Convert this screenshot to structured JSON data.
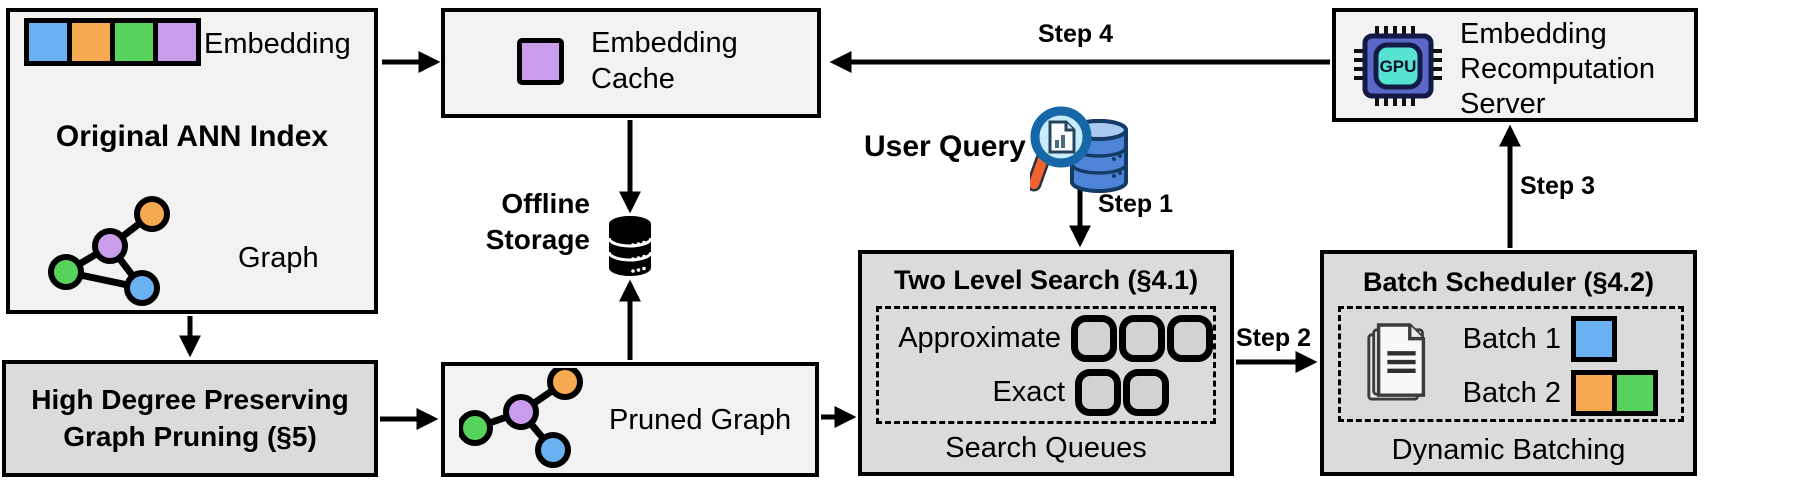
{
  "colors": {
    "blue": "#6AB1F1",
    "orange": "#F6A950",
    "green": "#57D25B",
    "purple": "#C99CEC",
    "box_light": "#F2F2F2",
    "box_dark": "#DBDBDB"
  },
  "ann_index": {
    "title": "Original ANN Index",
    "embedding_label": "Embedding",
    "graph_label": "Graph"
  },
  "pruning": {
    "title": "High Degree Preserving Graph Pruning (§5)"
  },
  "embedding_cache": {
    "label": "Embedding Cache"
  },
  "offline_storage": {
    "label": "Offline Storage"
  },
  "pruned_graph": {
    "label": "Pruned Graph"
  },
  "user_query": {
    "label": "User Query"
  },
  "two_level_search": {
    "title": "Two Level Search (§4.1)",
    "approximate_label": "Approximate",
    "exact_label": "Exact",
    "caption": "Search Queues"
  },
  "batch_scheduler": {
    "title": "Batch Scheduler (§4.2)",
    "batch1_label": "Batch 1",
    "batch2_label": "Batch 2",
    "caption": "Dynamic Batching"
  },
  "recomputation_server": {
    "label": "Embedding Recomputation Server",
    "gpu_text": "GPU"
  },
  "steps": {
    "step1": "Step 1",
    "step2": "Step 2",
    "step3": "Step 3",
    "step4": "Step 4"
  }
}
